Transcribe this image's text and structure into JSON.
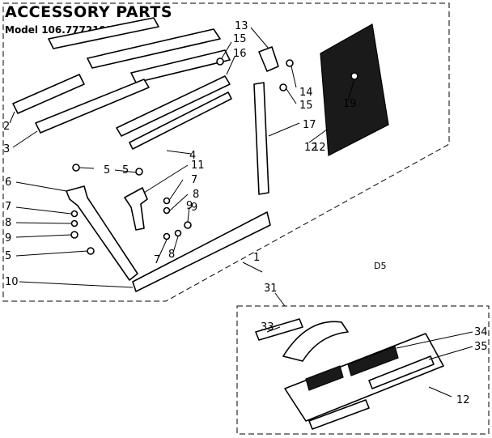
{
  "title": "ACCESSORY PARTS",
  "model_label": "Model 106.7772191",
  "diagram_code": "D5",
  "callouts": [
    "1",
    "2",
    "3",
    "4",
    "5",
    "5",
    "5",
    "6",
    "7",
    "7",
    "7",
    "8",
    "8",
    "8",
    "9",
    "9",
    "9",
    "10",
    "11",
    "12",
    "12",
    "12",
    "13",
    "14",
    "15",
    "15",
    "16",
    "17",
    "19",
    "31",
    "33",
    "34",
    "35"
  ]
}
